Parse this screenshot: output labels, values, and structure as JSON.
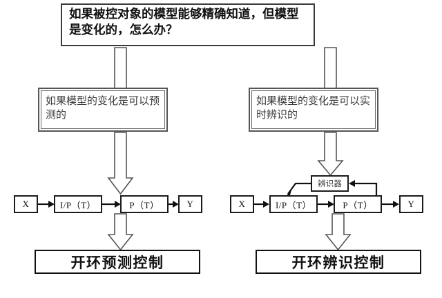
{
  "diagram": {
    "title_box": {
      "text": "如果被控对象的模型能够精确知道，但模型是变化的，怎么办？"
    },
    "branches": [
      {
        "id": "left",
        "condition": "如果模型的变化是可以预测的"
      },
      {
        "id": "right",
        "condition": "如果模型的变化是可以实时辨识的"
      }
    ],
    "signal_chains": [
      {
        "id": "left-chain",
        "blocks": [
          {
            "label": "X"
          },
          {
            "label": "I/P（T）"
          },
          {
            "label": "P（T）"
          },
          {
            "label": "Y"
          }
        ]
      },
      {
        "id": "right-chain",
        "blocks": [
          {
            "label": "X"
          },
          {
            "label": "I/P（T）"
          },
          {
            "label": "P（T）"
          },
          {
            "label": "Y"
          }
        ],
        "feedback_block": {
          "label": "辨识器"
        }
      }
    ],
    "conclusions": [
      {
        "id": "left",
        "text": "开环预测控制"
      },
      {
        "id": "right",
        "text": "开环辨识控制"
      }
    ],
    "colors": {
      "background": "#ffffff",
      "box_stroke": "#111111",
      "branch_stroke": "#555555",
      "arrow_fill": "#ffffff",
      "arrow_stroke": "#555555",
      "text": "#111111"
    }
  }
}
